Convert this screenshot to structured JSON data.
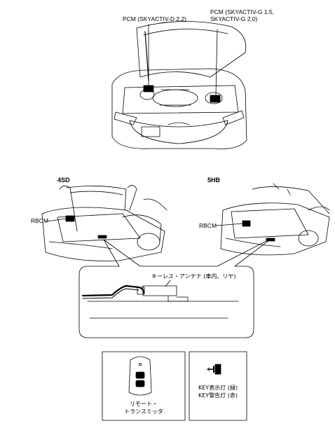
{
  "labels": {
    "pcm_diesel": "PCM (SKYACTIV-D 2.2)",
    "pcm_gasoline_line1": "PCM (SKYACTIV-G 1.5,",
    "pcm_gasoline_line2": "SKYACTIV-G 2.0)",
    "sedan": "4SD",
    "hatchback": "5HB",
    "rbcm_sedan": "RBCM",
    "rbcm_hatch": "RBCM",
    "keyless_antenna": "キーレス・アンテナ (車内、リヤ)",
    "remote_line1": "リモート・",
    "remote_line2": "トランスミッタ",
    "key_indicator": "KEY表示灯 (緑)",
    "key_warning": "KEY警告灯 (赤)"
  },
  "icons": {
    "key_icon_symbol": "key-indicator-icon",
    "transmitter": "remote-transmitter-icon"
  }
}
